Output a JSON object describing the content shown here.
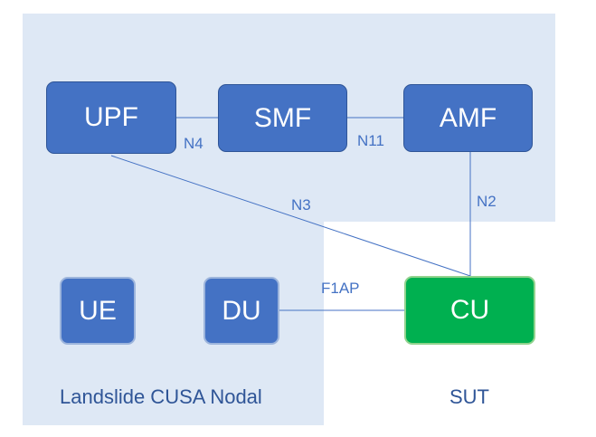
{
  "nodes": {
    "upf": "UPF",
    "smf": "SMF",
    "amf": "AMF",
    "ue": "UE",
    "du": "DU",
    "cu": "CU"
  },
  "links": {
    "n4": "N4",
    "n11": "N11",
    "n3": "N3",
    "n2": "N2",
    "f1ap": "F1AP"
  },
  "captions": {
    "landslide": "Landslide CUSA Nodal",
    "sut": "SUT"
  },
  "colors": {
    "region": "#dee8f5",
    "node_blue": "#4472c4",
    "node_green": "#00b050",
    "line": "#4472c4"
  }
}
